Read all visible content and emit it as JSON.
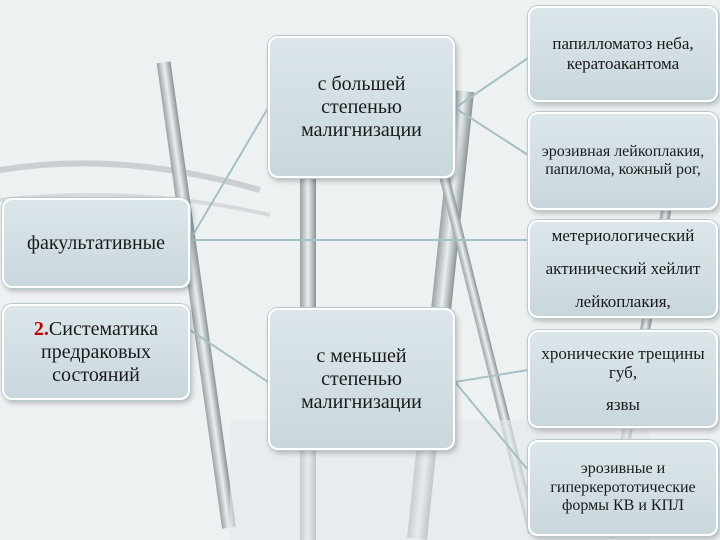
{
  "nodes": {
    "root_number": "2.",
    "root_text": "Систематика предраковых состояний",
    "facultative": "факультативные",
    "higher": "с большей степенью малигнизации",
    "lower": "с меньшей степенью малигнизации",
    "leaf1": "папилломатоз неба, кератоакантома",
    "leaf2": "эрозивная лейкоплакия, папилома, кожный рог,",
    "leaf3a": "метериологический",
    "leaf3b": "актинический хейлит",
    "leaf3c": "лейкоплакия,",
    "leaf4a": "хронические трещины губ,",
    "leaf4b": "язвы",
    "leaf5": "эрозивные и гиперкерототические формы КВ и КПЛ"
  }
}
